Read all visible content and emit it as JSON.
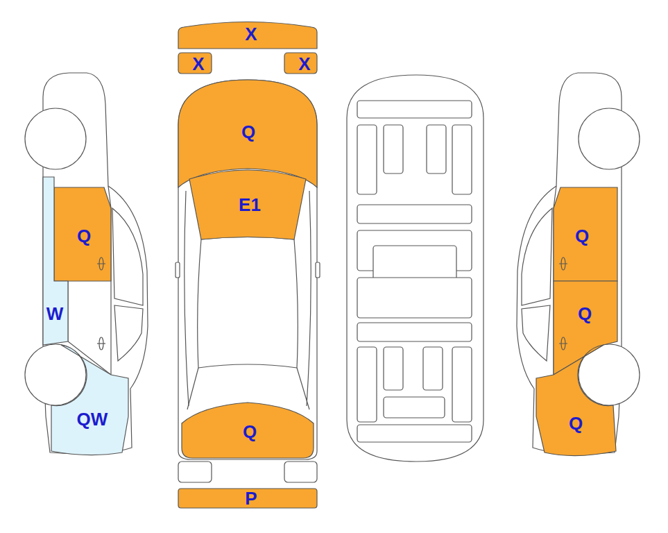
{
  "diagram": {
    "nodes": [
      {
        "text": [
          "X"
        ]
      },
      {
        "text": [
          "X"
        ]
      },
      {
        "text": [
          "X"
        ]
      },
      {
        "text": [
          "Q"
        ]
      },
      {
        "text": [
          "E1"
        ]
      },
      {
        "text": [
          "Q"
        ]
      },
      {
        "text": [
          "W",
          "QW"
        ]
      },
      {
        "text": [
          "Q"
        ]
      },
      {
        "text": [
          "Q"
        ]
      },
      {
        "text": [
          "Q"
        ]
      },
      {
        "text": [
          "Q"
        ]
      },
      {
        "text": [
          "P"
        ]
      }
    ]
  }
}
